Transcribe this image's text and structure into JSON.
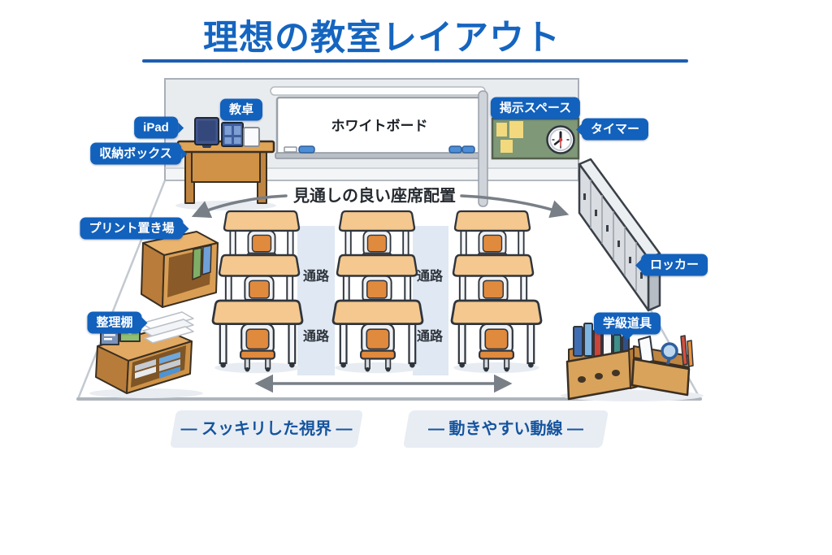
{
  "title": {
    "text": "理想の教室レイアウト"
  },
  "front_wall": {
    "whiteboard_label": "ホワイトボード"
  },
  "tags": {
    "teacher_desk": "教卓",
    "ipad": "iPad",
    "storage_box": "収納ボックス",
    "bulletin_space": "掲示スペース",
    "timer": "タイマー",
    "print_area": "プリント置き場",
    "organizer_shelf": "整理棚",
    "locker": "ロッカー",
    "class_tools": "学級道具"
  },
  "floor": {
    "seating_caption": "見通しの良い座席配置",
    "aisle": "通路",
    "desk_rows": 3,
    "desk_columns": 3
  },
  "footer": {
    "left_badge": "— スッキリした視界 —",
    "right_badge": "— 動きやすい動線 —"
  },
  "icons": {
    "timer": "clock-icon"
  },
  "colors": {
    "accent_blue": "#1565c0",
    "tag_blue": "#1261bc",
    "board_green": "#7e9878",
    "desk_tan": "#f4c88e",
    "chair_orange": "#e08a3e",
    "aisle_blue": "#dfe8f3",
    "wood_brown": "#cf9246",
    "locker_gray": "#d9dce1"
  }
}
